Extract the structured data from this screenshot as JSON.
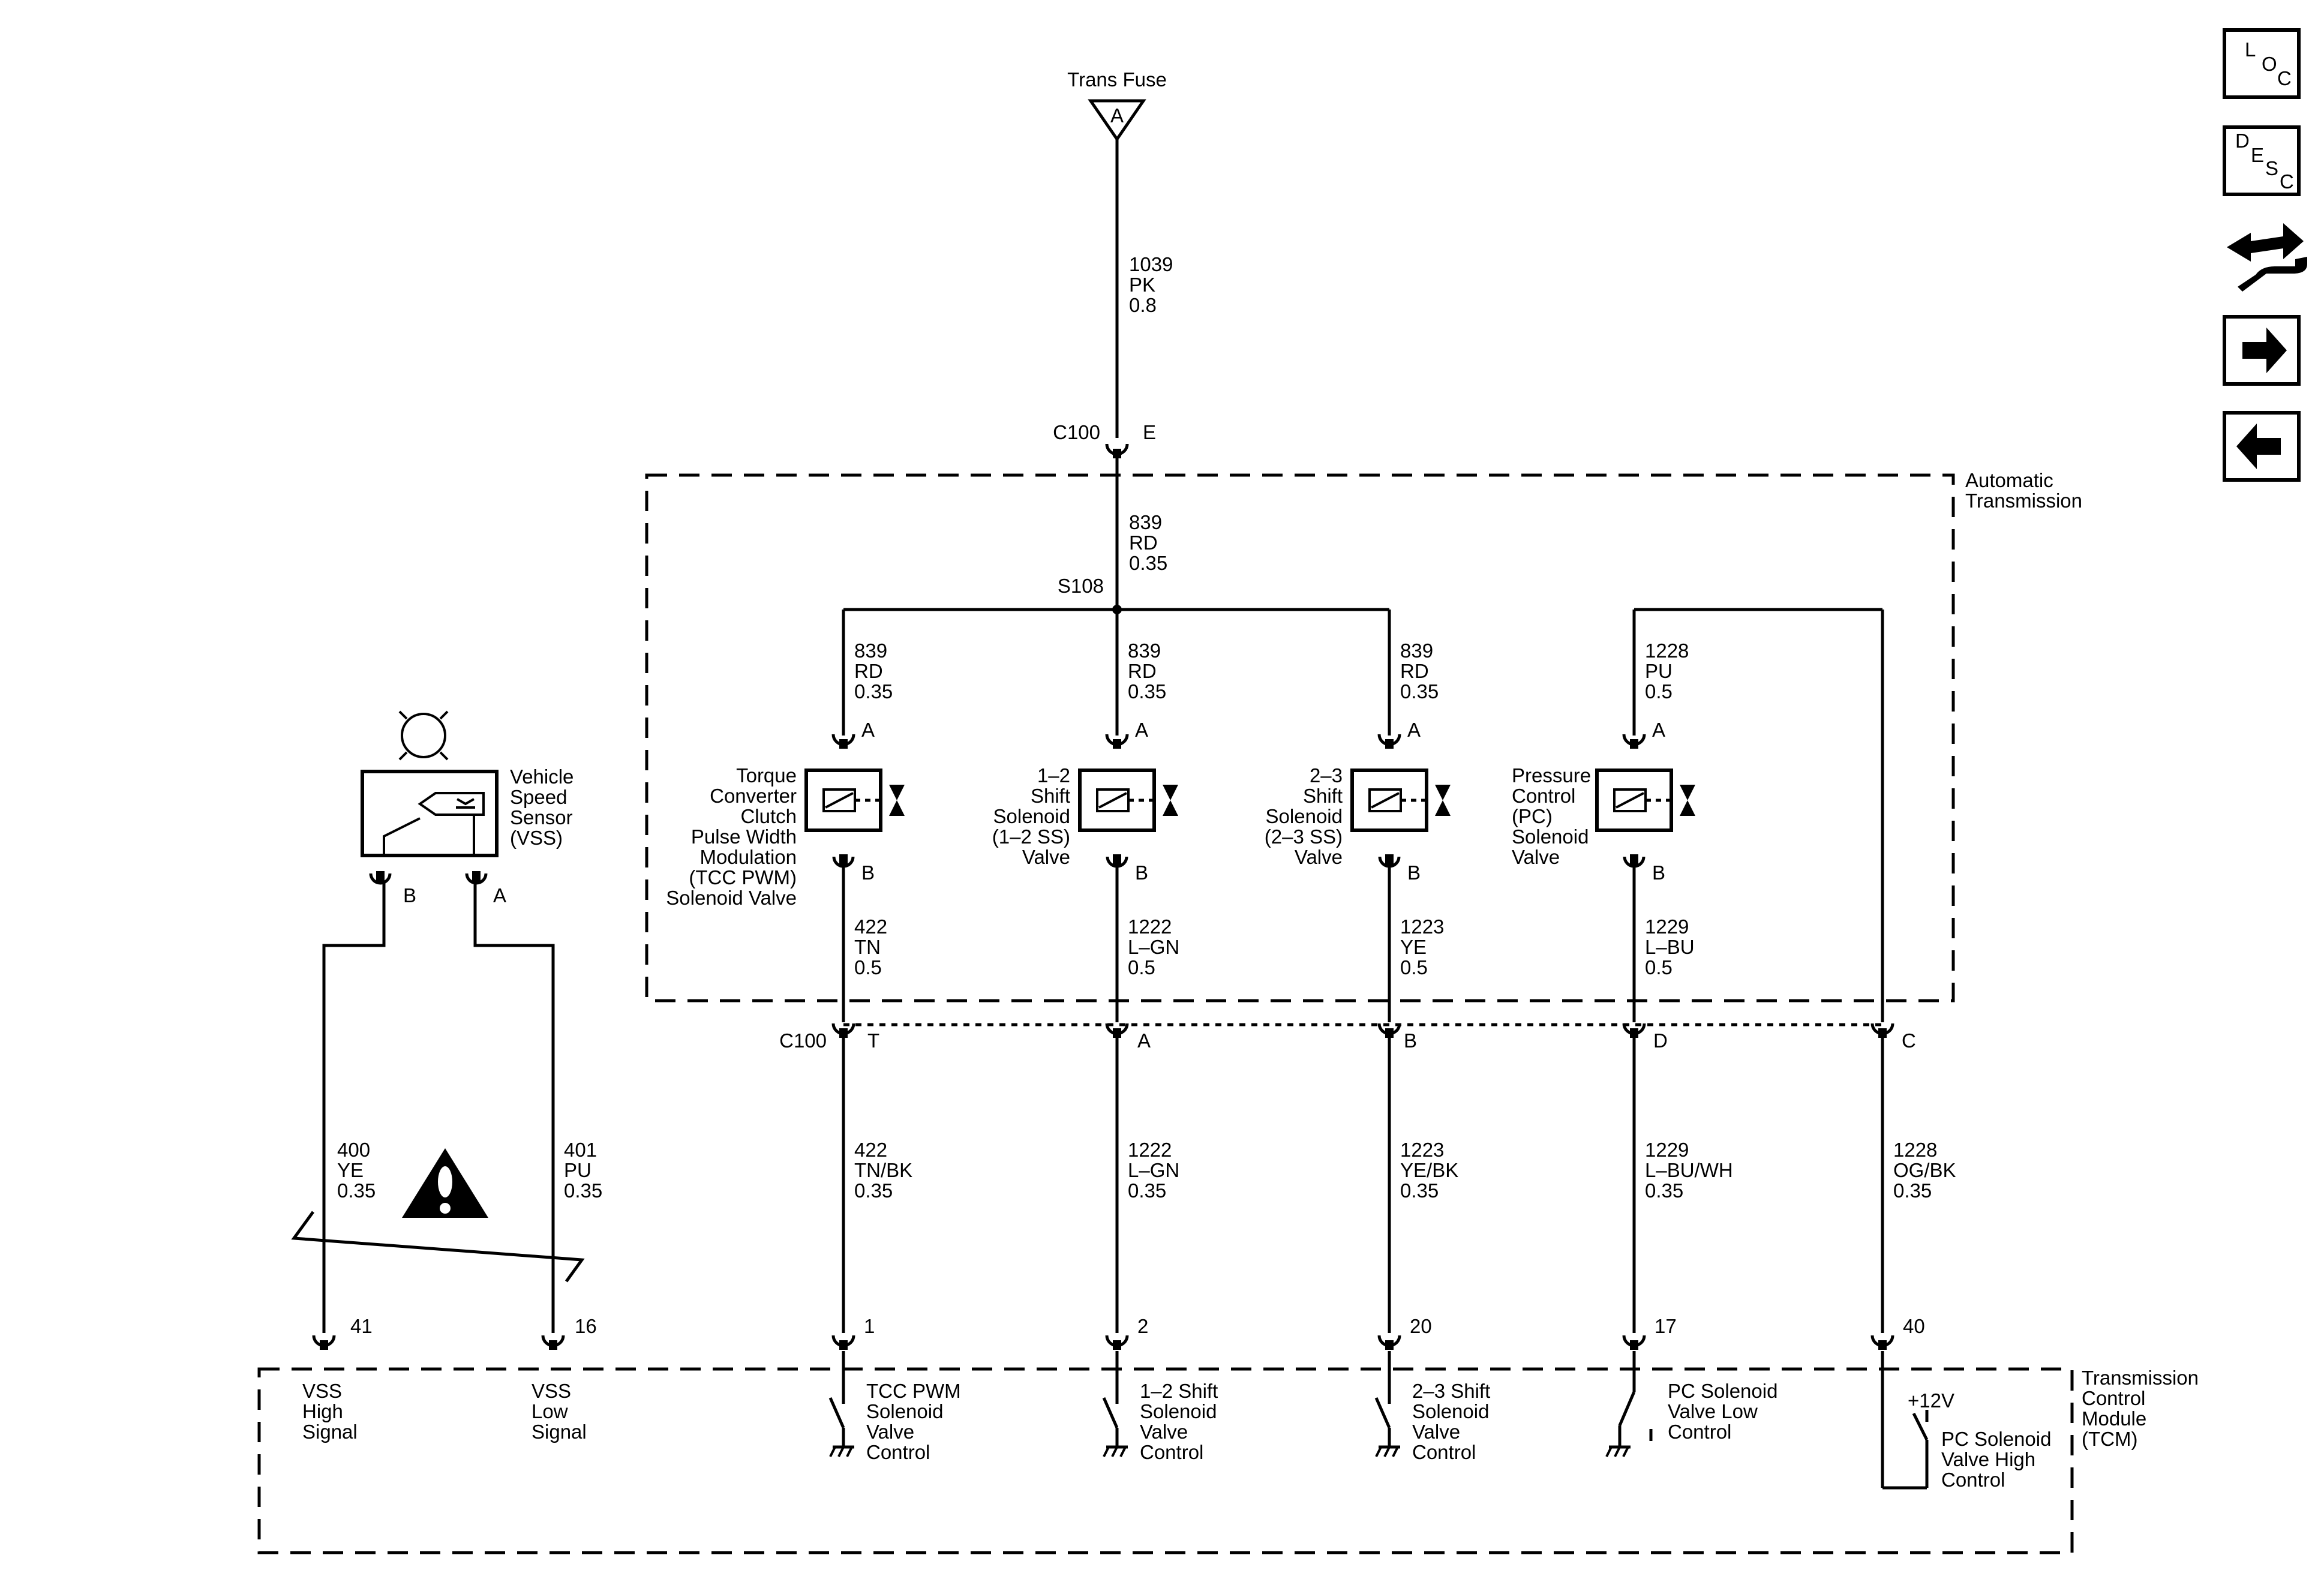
{
  "fuse": {
    "label": "Trans Fuse",
    "pin": "A"
  },
  "wires": {
    "feed": [
      "1039",
      "PK",
      "0.8"
    ],
    "trans": [
      "839",
      "RD",
      "0.35"
    ],
    "tcc_in": [
      "839",
      "RD",
      "0.35"
    ],
    "ss12_in": [
      "839",
      "RD",
      "0.35"
    ],
    "ss23_in": [
      "839",
      "RD",
      "0.35"
    ],
    "pc_in": [
      "1228",
      "PU",
      "0.5"
    ],
    "tcc_out": [
      "422",
      "TN",
      "0.5"
    ],
    "ss12_out": [
      "1222",
      "L–GN",
      "0.5"
    ],
    "ss23_out": [
      "1223",
      "YE",
      "0.5"
    ],
    "pc_out": [
      "1229",
      "L–BU",
      "0.5"
    ],
    "tcc_ext": [
      "422",
      "TN/BK",
      "0.35"
    ],
    "ss12_ext": [
      "1222",
      "L–GN",
      "0.35"
    ],
    "ss23_ext": [
      "1223",
      "YE/BK",
      "0.35"
    ],
    "pc_ext": [
      "1229",
      "L–BU/WH",
      "0.35"
    ],
    "pchi_ext": [
      "1228",
      "OG/BK",
      "0.35"
    ],
    "vss_hi": [
      "400",
      "YE",
      "0.35"
    ],
    "vss_lo": [
      "401",
      "PU",
      "0.35"
    ]
  },
  "connectors": {
    "c100_top": {
      "name": "C100",
      "pin": "E"
    },
    "c100_bottom": {
      "name": "C100",
      "pins": [
        "T",
        "A",
        "B",
        "D",
        "C"
      ]
    },
    "splice": "S108"
  },
  "components": {
    "auto_trans": [
      "Automatic",
      "Transmission"
    ],
    "tcc": [
      "Torque",
      "Converter",
      "Clutch",
      "Pulse Width",
      "Modulation",
      "(TCC PWM)",
      "Solenoid Valve"
    ],
    "ss12": [
      "1–2",
      "Shift",
      "Solenoid",
      "(1–2 SS)",
      "Valve"
    ],
    "ss23": [
      "2–3",
      "Shift",
      "Solenoid",
      "(2–3 SS)",
      "Valve"
    ],
    "pc": [
      "Pressure",
      "Control",
      "(PC)",
      "Solenoid",
      "Valve"
    ],
    "vss": [
      "Vehicle",
      "Speed",
      "Sensor",
      "(VSS)"
    ],
    "tcm": [
      "Transmission",
      "Control",
      "Module",
      "(TCM)"
    ],
    "solenoid_pins": {
      "top": "A",
      "bottom": "B"
    },
    "vss_pins": {
      "left": "B",
      "right": "A"
    }
  },
  "tcm_pins": [
    "41",
    "16",
    "1",
    "2",
    "20",
    "17",
    "40"
  ],
  "tcm_labels": {
    "vss_hi": [
      "VSS",
      "High",
      "Signal"
    ],
    "vss_lo": [
      "VSS",
      "Low",
      "Signal"
    ],
    "tcc": [
      "TCC PWM",
      "Solenoid",
      "Valve",
      "Control"
    ],
    "ss12": [
      "1–2 Shift",
      "Solenoid",
      "Valve",
      "Control"
    ],
    "ss23": [
      "2–3 Shift",
      "Solenoid",
      "Valve",
      "Control"
    ],
    "pc_lo": [
      "PC Solenoid",
      "Valve Low",
      "Control"
    ],
    "supply": "+12V",
    "pc_hi": [
      "PC Solenoid",
      "Valve High",
      "Control"
    ]
  },
  "nav": {
    "loc": [
      "L",
      "O",
      "C"
    ],
    "desc": [
      "D",
      "E",
      "S",
      "C"
    ],
    "icons": [
      "loc-icon",
      "desc-icon",
      "schematic-icon",
      "next-arrow-icon",
      "previous-arrow-icon"
    ]
  }
}
